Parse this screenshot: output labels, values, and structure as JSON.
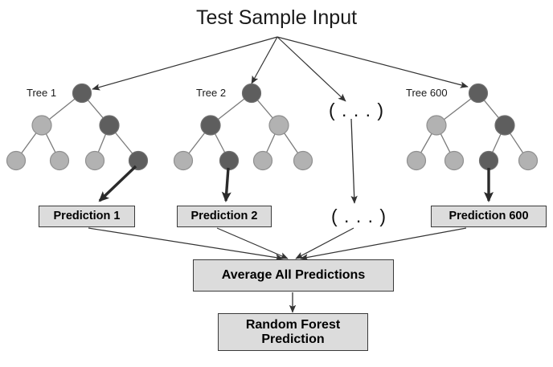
{
  "diagram": {
    "title": "Test Sample Input",
    "type": "random-forest-flowchart",
    "ellipsis_text": "( . . . )",
    "trees": [
      {
        "label": "Tree 1",
        "prediction_label": "Prediction 1"
      },
      {
        "label": "Tree 2",
        "prediction_label": "Prediction 2"
      },
      {
        "label": "Tree 600",
        "prediction_label": "Prediction 600"
      }
    ],
    "aggregate": {
      "label": "Average All Predictions"
    },
    "result": {
      "line1": "Random Forest",
      "line2": "Prediction"
    },
    "colors": {
      "node_dark": "#5e5e5e",
      "node_light": "#b2b2b2",
      "node_stroke": "#6f6f6f",
      "box_fill": "#dcdcdc",
      "box_stroke": "#3a3a3a",
      "arrow": "#333333",
      "text": "#000000"
    }
  }
}
